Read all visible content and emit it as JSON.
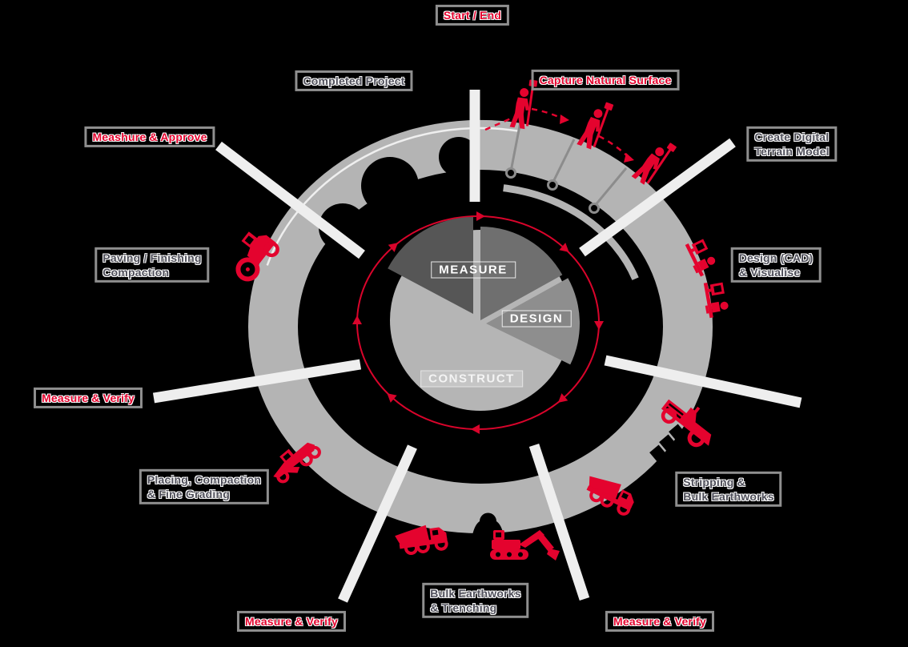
{
  "diagram": {
    "type": "circular-process-diagram",
    "center_pie": {
      "measure_label": "MEASURE",
      "design_label": "DESIGN",
      "construct_label": "CONSTRUCT"
    },
    "stages": [
      {
        "id": "start_end",
        "label": "Start / End",
        "style": "red"
      },
      {
        "id": "completed_project",
        "label": "Completed Project",
        "style": "gray"
      },
      {
        "id": "capture_natural_surface",
        "label": "Capture Natural Surface",
        "style": "red"
      },
      {
        "id": "create_digital_terrain_model",
        "label": "Create Digital\nTerrain Model",
        "style": "gray"
      },
      {
        "id": "design_cad_visualise",
        "label": "Design (CAD)\n& Visualise",
        "style": "gray"
      },
      {
        "id": "stripping_bulk_earthworks",
        "label": "Stripping &\nBulk Earthworks",
        "style": "gray"
      },
      {
        "id": "measure_verify_bottom_right",
        "label": "Measure & Verify",
        "style": "red"
      },
      {
        "id": "bulk_earthworks_trenching",
        "label": "Bulk Earthworks\n& Trenching",
        "style": "gray"
      },
      {
        "id": "measure_verify_bottom_left",
        "label": "Measure & Verify",
        "style": "red"
      },
      {
        "id": "placing_compaction_fine_grading",
        "label": "Placing, Compaction\n& Fine Grading",
        "style": "gray"
      },
      {
        "id": "measure_verify_left",
        "label": "Measure & Verify",
        "style": "red"
      },
      {
        "id": "paving_finishing_compaction",
        "label": "Paving / Finishing\nCompaction",
        "style": "gray"
      },
      {
        "id": "meashure_approve",
        "label": "Meashure & Approve",
        "style": "red"
      }
    ],
    "icons": [
      "surveyor-icon",
      "gnss-rover-icon",
      "survey-stake-icon",
      "sight-line-icon",
      "cad-workstation-icon",
      "scraper-icon",
      "dump-truck-icon",
      "excavator-icon",
      "grader-icon",
      "roller-icon",
      "flow-arrow-icon",
      "cloud-cutout"
    ],
    "colors": {
      "background": "#000000",
      "ring_gray": "#b4b4b4",
      "accent_red": "#e4032e",
      "wedge_dark": "#565656",
      "wedge_medium": "#6f6f6f",
      "wedge_design": "#8e8e8e",
      "wedge_construct": "#b5b5b5",
      "spoke_white": "#eeeeee",
      "label_border": "#8f8f8f",
      "label_gray_text": "#4e4e59"
    },
    "flow_direction": "clockwise"
  }
}
